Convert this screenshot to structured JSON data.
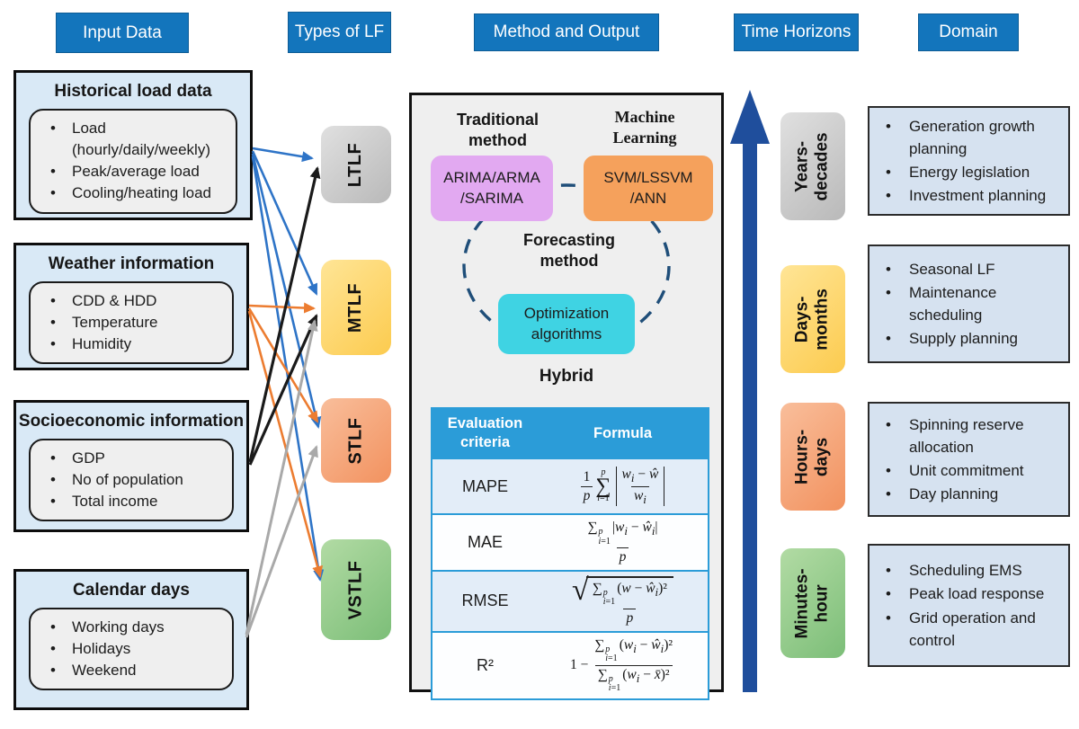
{
  "headers": [
    "Input Data",
    "Types of LF",
    "Method and Output",
    "Time Horizons",
    "Domain"
  ],
  "input_boxes": [
    {
      "title": "Historical load data",
      "items": [
        "Load (hourly/daily/weekly)",
        "Peak/average load",
        "Cooling/heating load"
      ]
    },
    {
      "title": "Weather information",
      "items": [
        "CDD & HDD",
        "Temperature",
        "Humidity"
      ]
    },
    {
      "title": "Socioeconomic information",
      "items": [
        "GDP",
        "No of population",
        "Total income"
      ]
    },
    {
      "title": "Calendar days",
      "items": [
        "Working days",
        "Holidays",
        "Weekend"
      ]
    }
  ],
  "lf_types": [
    "LTLF",
    "MTLF",
    "STLF",
    "VSTLF"
  ],
  "method": {
    "traditional": {
      "line1": "Traditional",
      "line2": "method"
    },
    "machine": {
      "line1": "Machine",
      "line2": "Learning"
    },
    "arima": {
      "line1": "ARIMA/ARMA",
      "line2": "/SARIMA"
    },
    "svm": {
      "line1": "SVM/LSSVM",
      "line2": "/ANN"
    },
    "forecasting": {
      "line1": "Forecasting",
      "line2": "method"
    },
    "optimization": {
      "line1": "Optimization",
      "line2": "algorithms"
    },
    "hybrid": "Hybrid",
    "table": {
      "col1": "Evaluation criteria",
      "col2": "Formula",
      "rows": [
        {
          "criteria": "MAPE",
          "formula_html": "<span class=\"frac\"><span class=\"nu\">1</span><span class=\"de\"><i>p</i></span></span><span class=\"bigsum\"><span class=\"tt\"><i>p</i></span><span class=\"sg\">∑</span><span class=\"bb\"><i>i</i>=1</span></span><span class=\"abs\"><span class=\"frac\"><span class=\"nu\"><i>w</i><sub><i>i</i></sub> − <i>ŵ</i></span><span class=\"de\"><i>w</i><sub><i>i</i></sub></span></span></span>"
        },
        {
          "criteria": "MAE",
          "formula_html": "<span class=\"frac\"><span class=\"nu\">∑<span class=\"ss\"><span><i>p</i></span><span><i>i</i>=1</span></span>|<i>w</i><sub><i>i</i></sub> − <i>ŵ</i><sub><i>i</i></sub>|</span><span class=\"de\"><i>p</i></span></span>"
        },
        {
          "criteria": "RMSE",
          "formula_html": "<span class=\"sqrt\"><span class=\"rd\">√</span><span class=\"rc\"><span class=\"frac\"><span class=\"nu\">∑<span class=\"ss\"><span><i>p</i></span><span><i>i</i>=1</span></span>(<i>w</i> − <i>ŵ</i><sub><i>i</i></sub>)²</span><span class=\"de\"><i>p</i></span></span></span></span>"
        },
        {
          "criteria": "R²",
          "formula_html": "1 − <span class=\"frac\"><span class=\"nu\">∑<span class=\"ss\"><span><i>p</i></span><span><i>i</i>=1</span></span>(<i>w</i><sub><i>i</i></sub> − <i>ŵ</i><sub><i>i</i></sub>)²</span><span class=\"de\">∑<span class=\"ss\"><span><i>p</i></span><span><i>i</i>=1</span></span>(<i>w</i><sub><i>i</i></sub> − <i>x̄</i>)²</span></span>"
        }
      ]
    }
  },
  "time_horizons": [
    {
      "line1": "Years-",
      "line2": "decades"
    },
    {
      "line1": "Days-",
      "line2": "months"
    },
    {
      "line1": "Hours-",
      "line2": "days"
    },
    {
      "line1": "Minutes-",
      "line2": "hour"
    }
  ],
  "domain_boxes": [
    {
      "items": [
        "Generation growth planning",
        "Energy legislation",
        "Investment planning"
      ]
    },
    {
      "items": [
        "Seasonal LF",
        "Maintenance scheduling",
        "Supply planning"
      ]
    },
    {
      "items": [
        "Spinning reserve allocation",
        "Unit commitment",
        "Day planning"
      ]
    },
    {
      "items": [
        "Scheduling EMS",
        "Peak load response",
        "Grid operation and control"
      ]
    }
  ],
  "connections": [
    {
      "from": "Historical load data",
      "to": "LTLF",
      "color": "blue"
    },
    {
      "from": "Historical load data",
      "to": "MTLF",
      "color": "blue"
    },
    {
      "from": "Historical load data",
      "to": "STLF",
      "color": "blue"
    },
    {
      "from": "Historical load data",
      "to": "VSTLF",
      "color": "blue"
    },
    {
      "from": "Weather information",
      "to": "MTLF",
      "color": "orange"
    },
    {
      "from": "Weather information",
      "to": "STLF",
      "color": "orange"
    },
    {
      "from": "Weather information",
      "to": "VSTLF",
      "color": "orange"
    },
    {
      "from": "Socioeconomic information",
      "to": "LTLF",
      "color": "black"
    },
    {
      "from": "Socioeconomic information",
      "to": "MTLF",
      "color": "black"
    },
    {
      "from": "Calendar days",
      "to": "MTLF",
      "color": "gray"
    },
    {
      "from": "Calendar days",
      "to": "STLF",
      "color": "gray"
    }
  ],
  "colors": {
    "header_blue": "#1375BC",
    "table_header_blue": "#2B9CD8",
    "table_row_blue": "#E3EDF8",
    "input_box_fill": "#D9E9F6",
    "domain_box_fill": "#D6E2F0",
    "pill_fill": "#EFEFEF",
    "panel_fill": "#EFEFEF",
    "navy_arrow": "#1F4E9C",
    "dashed_ellipse": "#1F4E79",
    "arrow_blue": "#2E74C7",
    "arrow_orange": "#EC7C30",
    "arrow_gray": "#A9A9A9",
    "arrow_black": "#1A1A1A",
    "arima_fill": "#E2A9F1",
    "svm_fill": "#F5A15C",
    "optimization_fill": "#3FD3E3",
    "ltlf_light": "#E0E0E0",
    "ltlf_dark": "#B9B9B9",
    "mtlf_light": "#FFE596",
    "mtlf_dark": "#FCCB4F",
    "stlf_light": "#F9BE9B",
    "stlf_dark": "#F2925F",
    "vstlf_light": "#B2DBA4",
    "vstlf_dark": "#7CBE78"
  }
}
